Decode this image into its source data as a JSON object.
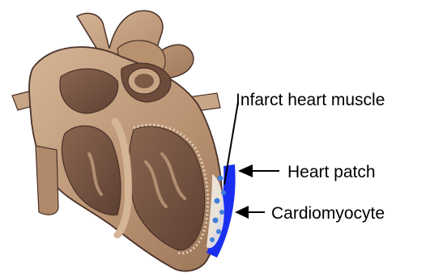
{
  "labels": {
    "infarct": "Infarct heart muscle",
    "patch": "Heart patch",
    "cardiomyocyte": "Cardiomyocyte"
  },
  "colors": {
    "heart_light": "#c9a98a",
    "heart_mid": "#a98464",
    "heart_dark": "#7d5a45",
    "heart_deep": "#5b3d30",
    "heart_outline": "#4a3128",
    "patch": "#1a2ff0",
    "cell": "#3f7fd6",
    "arrow": "#000000"
  }
}
